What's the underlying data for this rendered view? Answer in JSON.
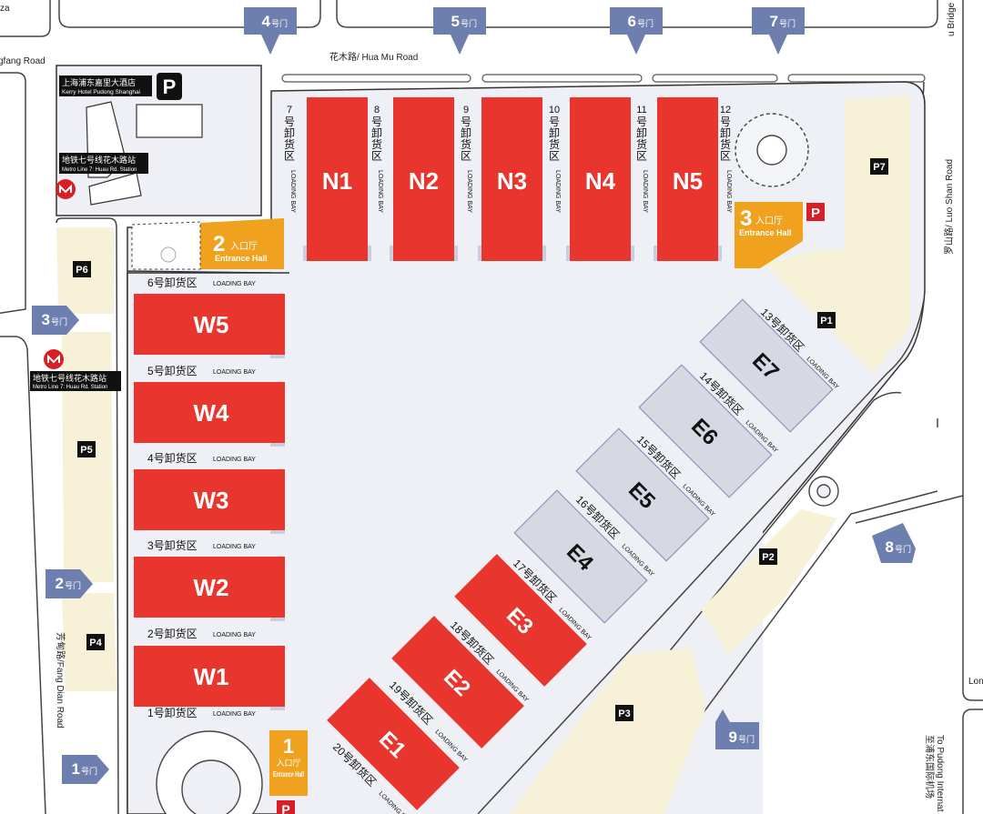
{
  "colors": {
    "hall_red": "#e8352e",
    "hall_grey": "#d6d9e4",
    "entrance_orange": "#f0a11e",
    "gate_blue": "#6d7fae",
    "parking_bg": "#f7f1d8",
    "ground": "#eef0f6",
    "parking_icon": "#d91f26"
  },
  "roads": {
    "hua_mu": "花木路/ Hua Mu Road",
    "luo_shan": "罗山路/ Luo Shan Road",
    "fang_dian": "芳甸路/Fang Dian Road",
    "fangfang_partial": "gfang Road",
    "za_partial": "za",
    "bridge_partial": "u Bridge",
    "lon_partial": "Lon",
    "to_pudong_cn": "至浦东国际机场",
    "to_pudong_en": "To Pudong Internat"
  },
  "landmarks": {
    "kerry_cn": "上海浦东嘉里大酒店",
    "kerry_en": "Kerry Hotel Pudong Shanghai",
    "metro_cn": "地铁七号线花木路站",
    "metro_en": "Metro Line 7: Huau Rd. Station",
    "metro2_cn": "地铁七号线花木路站",
    "metro2_en": "Metro Line 7: Huau Rd. Station"
  },
  "gate_suffix": "号门",
  "gates": [
    {
      "num": "1",
      "icon": "arrow-right"
    },
    {
      "num": "2",
      "icon": "arrow-right"
    },
    {
      "num": "3",
      "icon": "arrow-right"
    },
    {
      "num": "4",
      "icon": "arrow-down"
    },
    {
      "num": "5",
      "icon": "arrow-down"
    },
    {
      "num": "6",
      "icon": "arrow-down"
    },
    {
      "num": "7",
      "icon": "arrow-down"
    },
    {
      "num": "8",
      "icon": "arrow-upright"
    },
    {
      "num": "9",
      "icon": "arrow-up"
    }
  ],
  "entrances": [
    {
      "num": "1",
      "cn": "入口厅",
      "en": "Entrance Hall"
    },
    {
      "num": "2",
      "cn": "入口厅",
      "en": "Entrance Hall"
    },
    {
      "num": "3",
      "cn": "入口厅",
      "en": "Entrance Hall"
    }
  ],
  "halls_north": [
    "N1",
    "N2",
    "N3",
    "N4",
    "N5"
  ],
  "halls_west": [
    "W5",
    "W4",
    "W3",
    "W2",
    "W1"
  ],
  "halls_east": [
    "E7",
    "E6",
    "E5",
    "E4",
    "E3",
    "E2",
    "E1"
  ],
  "loading_bay_en": "LOADING BAY",
  "bays_north": [
    {
      "num": "7",
      "cn": "号卸货区"
    },
    {
      "num": "8",
      "cn": "号卸货区"
    },
    {
      "num": "9",
      "cn": "号卸货区"
    },
    {
      "num": "10",
      "cn": "号卸货区"
    },
    {
      "num": "11",
      "cn": "号卸货区"
    },
    {
      "num": "12",
      "cn": "号卸货区"
    }
  ],
  "bays_west": [
    "6号卸货区",
    "5号卸货区",
    "4号卸货区",
    "3号卸货区",
    "2号卸货区",
    "1号卸货区"
  ],
  "bays_east": [
    "13号卸货区",
    "14号卸货区",
    "15号卸货区",
    "16号卸货区",
    "17号卸货区",
    "18号卸货区",
    "19号卸货区",
    "20号卸货区"
  ],
  "parking": [
    "P1",
    "P2",
    "P3",
    "P4",
    "P5",
    "P6",
    "P7"
  ],
  "parking_sign": "P"
}
